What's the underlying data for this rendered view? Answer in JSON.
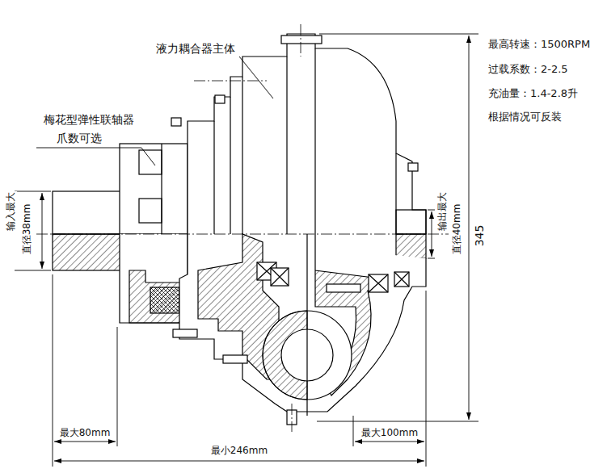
{
  "diagram": {
    "labels": [
      "液力耦合器主体",
      "梅花型弹性联轴器",
      "爪数可选",
      "最高转速：1500RPM",
      "过载系数：2-2.5",
      "充油量：1.4-2.8升",
      "根据情况可反装",
      "输入最大",
      "直径38mm",
      "输出最大",
      "直径40mm",
      "345",
      "最大80mm",
      "最小246mm",
      "最大100mm"
    ]
  }
}
